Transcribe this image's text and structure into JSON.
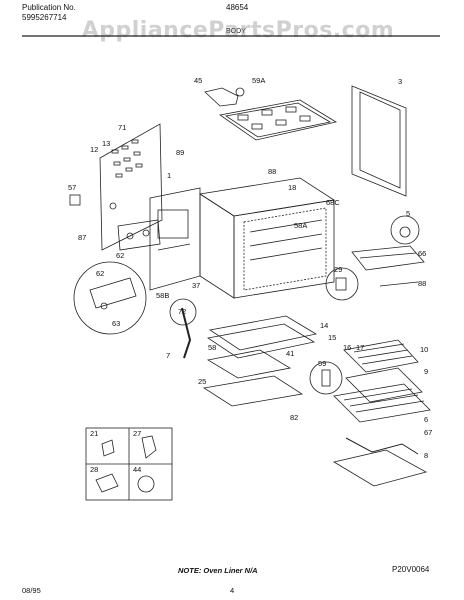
{
  "header": {
    "publication_label": "Publication No.",
    "publication_number": "5995267714",
    "model": "48654",
    "section": "BODY"
  },
  "watermark": "AppliancePartsPros.com",
  "callouts": [
    "45",
    "59A",
    "3",
    "71",
    "13",
    "12",
    "89",
    "57",
    "1",
    "88",
    "18",
    "68C",
    "5",
    "87",
    "62",
    "58A",
    "66",
    "29",
    "88",
    "62",
    "63",
    "37",
    "72",
    "58B",
    "58",
    "7",
    "25",
    "41",
    "14",
    "15",
    "16",
    "17",
    "10",
    "59",
    "9",
    "82",
    "6",
    "67",
    "8",
    "21",
    "27",
    "28",
    "44"
  ],
  "legend": [
    {
      "num": "21"
    },
    {
      "num": "27"
    },
    {
      "num": "28"
    },
    {
      "num": "44"
    }
  ],
  "note": "NOTE: Oven Liner N/A",
  "diagram_code": "P20V0064",
  "footer": {
    "date": "08/95",
    "page": "4"
  }
}
